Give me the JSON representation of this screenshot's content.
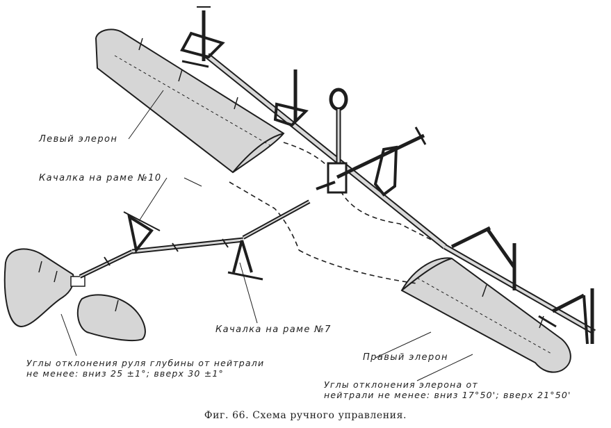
{
  "labels": {
    "left_aileron": "Левый элерон",
    "rocker_frame_10": "Качалка на раме №10",
    "rocker_frame_7": "Качалка на раме №7",
    "right_aileron": "Правый элерон",
    "elevator_angles": [
      "Углы отклонения руля глубины от нейтрали",
      "не менее: вниз 25 ±1°; вверх 30 ±1°"
    ],
    "aileron_angles": [
      "Углы отклонения элерона от",
      "нейтрали не менее: вниз 17°50'; вверх 21°50'"
    ]
  },
  "caption": "Фиг. 66. Схема ручного управления.",
  "colors": {
    "ink": "#1e1e1e",
    "surface_fill": "#d6d6d6",
    "background": "#ffffff"
  }
}
